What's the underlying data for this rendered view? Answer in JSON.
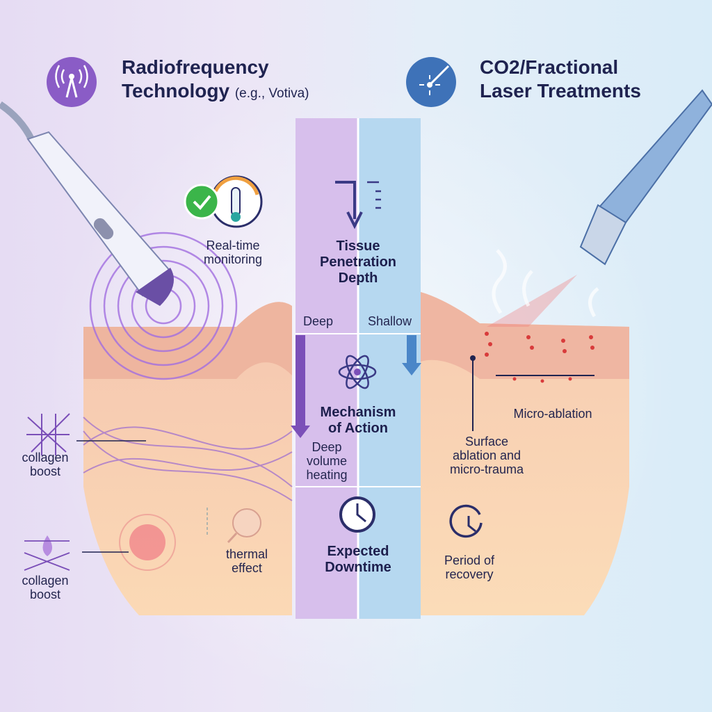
{
  "left": {
    "title": "Radiofrequency",
    "title2": "Technology",
    "subtitle": "(e.g., Votiva)",
    "icon": "radio-signal-icon",
    "monitoring": "Real-time\nmonitoring",
    "collagen1": "collagen\nboost",
    "collagen2": "collagen\nboost",
    "thermal": "thermal\neffect"
  },
  "right": {
    "title": "CO2/Fractional",
    "title2": "Laser Treatments",
    "icon": "laser-icon",
    "micro": "Micro-ablation",
    "surface": "Surface\nablation and\nmicro-trauma",
    "recovery": "Period of\nrecovery"
  },
  "center": {
    "depth": "Tissue\nPenetration\nDepth",
    "deep": "Deep",
    "shallow": "Shallow",
    "mechanism": "Mechanism\nof Action",
    "deep_heating": "Deep\nvolume\nheating",
    "downtime": "Expected\nDowntime"
  },
  "colors": {
    "purple": "#7b4fb8",
    "blue": "#3d6fb6",
    "skin": "#f6c9a8"
  }
}
